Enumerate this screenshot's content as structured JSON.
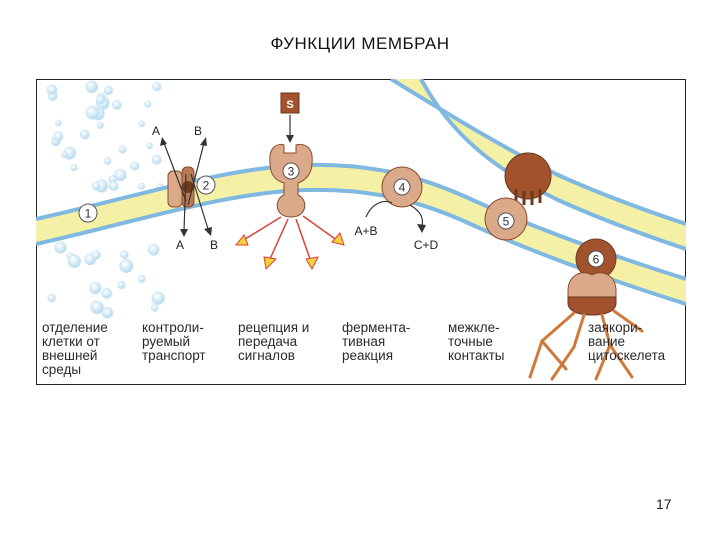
{
  "title": "ФУНКЦИИ  МЕМБРАН",
  "page_number": "17",
  "captions": [
    "отделение\nклетки от\nвнешней\nсреды",
    "контроли-\nруемый\nтранспорт",
    "рецепция и\nпередача\nсигналов",
    "фермента-\nтивная\nреакция",
    "межкле-\nточные\nконтакты",
    "заякори-\nвание\nцитоскелета"
  ],
  "markers": [
    "1",
    "2",
    "3",
    "4",
    "5",
    "6"
  ],
  "labels": {
    "a_top": "A",
    "b_top": "B",
    "a_bottom": "A",
    "b_bottom": "B",
    "signal": "S",
    "substrate": "A+B",
    "product": "C+D"
  },
  "colors": {
    "membrane_fill": "#f4f0a6",
    "membrane_edge": "#7fb8e0",
    "protein": "#d9a98a",
    "protein_dark": "#a2522d",
    "arrow_red": "#e0403a",
    "arrow_yellow": "#f2d23a"
  }
}
